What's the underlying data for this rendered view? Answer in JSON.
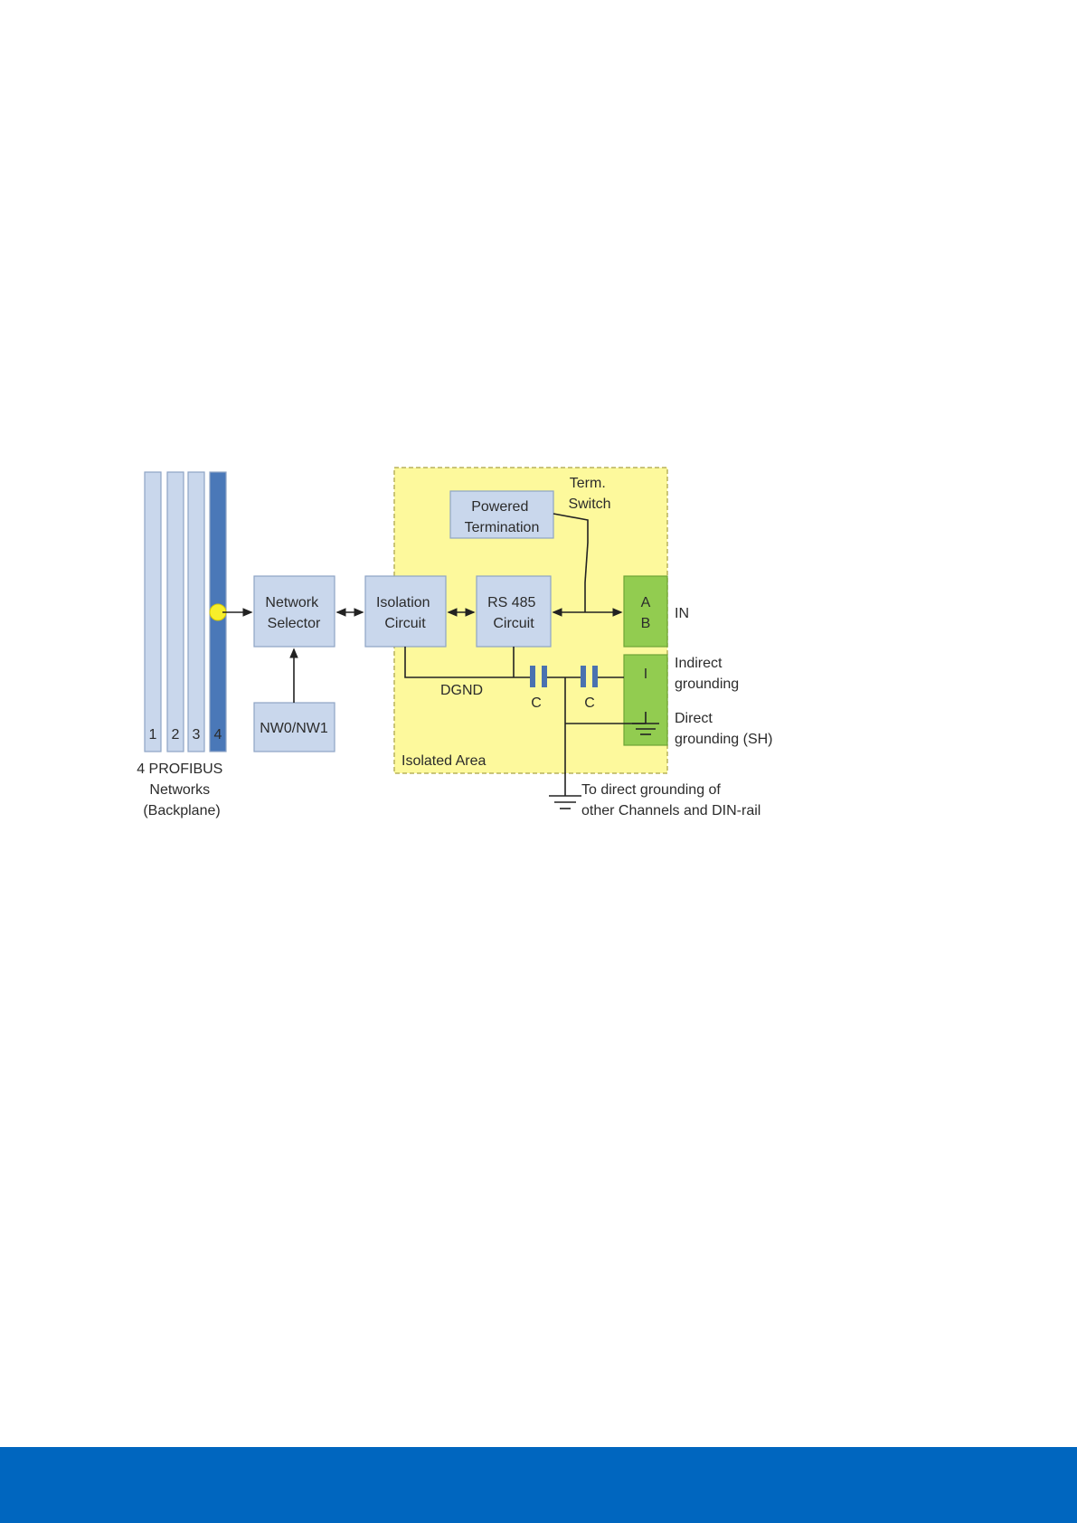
{
  "colors": {
    "background": "#ffffff",
    "footer": "#0066bf",
    "block_fill": "#c9d7ec",
    "block_stroke": "#8ea4c5",
    "active_channel": "#4a78b8",
    "isolated_area_fill": "#fdf99c",
    "isolated_area_stroke": "#b8b25c",
    "connector_fill": "#92cc50",
    "connector_stroke": "#6da536",
    "marker": "#f7ee2a",
    "capacitor": "#4a72b0",
    "line": "#222222"
  },
  "diagram": {
    "backplane": {
      "channels": [
        "1",
        "2",
        "3",
        "4"
      ],
      "label": [
        "4 PROFIBUS",
        "Networks",
        "(Backplane)"
      ]
    },
    "blocks": {
      "network_selector": [
        "Network",
        "Selector"
      ],
      "nw_select": [
        "NW0/NW1"
      ],
      "isolation_circuit": [
        "Isolation",
        "Circuit"
      ],
      "rs485_circuit": [
        "RS 485",
        "Circuit"
      ],
      "powered_termination": [
        "Powered",
        "Termination"
      ]
    },
    "term_switch_label": [
      "Term.",
      "Switch"
    ],
    "isolated_area_label": "Isolated Area",
    "dgnd_label": "DGND",
    "capacitor_labels": [
      "C",
      "C"
    ],
    "connector": {
      "ab": [
        "A",
        "B"
      ],
      "i": "I"
    },
    "right_labels": {
      "in": "IN",
      "indirect": [
        "Indirect",
        "grounding"
      ],
      "direct": [
        "Direct",
        "grounding (SH)"
      ]
    },
    "ground_note": [
      "To direct grounding of",
      "other Channels and DIN-rail"
    ]
  }
}
